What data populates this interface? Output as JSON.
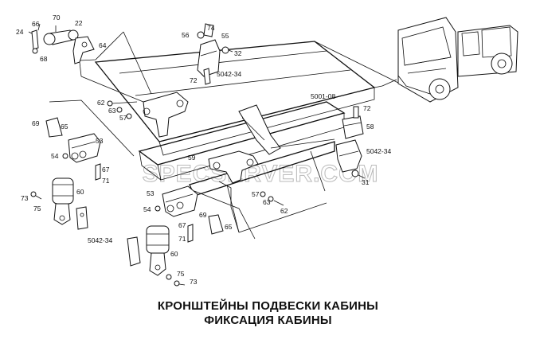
{
  "watermark": "SPECSERVER.COM",
  "caption": {
    "line1": "КРОНШТЕЙНЫ ПОДВЕСКИ КАБИНЫ",
    "line2": "ФИКСАЦИЯ КАБИНЫ"
  },
  "callouts": {
    "c24": "24",
    "c66": "66",
    "c70": "70",
    "c22": "22",
    "c68": "68",
    "c64": "64",
    "c56": "56",
    "c74": "74",
    "c55": "55",
    "c32": "32",
    "c72a": "72",
    "c5042a": "5042-34",
    "c62a": "62",
    "c63a": "63",
    "c57a": "57",
    "c69a": "69",
    "c65a": "65",
    "c53a": "53",
    "c54a": "54",
    "c67a": "67",
    "c71a": "71",
    "c60a": "60",
    "c73a": "73",
    "c75a": "75",
    "c5042b": "5042-34",
    "c59": "59",
    "c5001": "5001-08",
    "c72b": "72",
    "c58": "58",
    "c5042c": "5042-34",
    "c31": "31",
    "c57b": "57",
    "c63b": "63",
    "c62b": "62",
    "c53b": "53",
    "c54b": "54",
    "c69b": "69",
    "c65b": "65",
    "c67b": "67",
    "c71b": "71",
    "c60b": "60",
    "c75b": "75",
    "c73b": "73"
  }
}
